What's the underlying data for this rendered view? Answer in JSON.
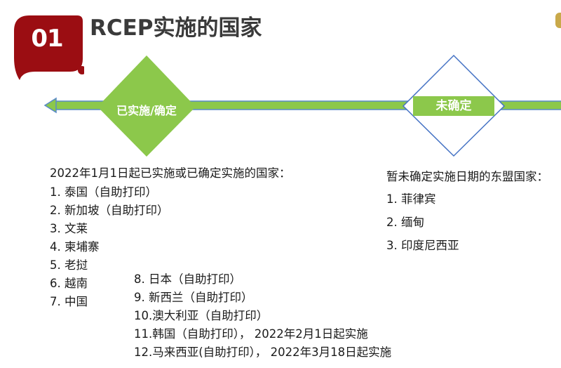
{
  "badge": {
    "number": "01",
    "color": "#9b0d12"
  },
  "title": "RCEP实施的国家",
  "timeline": {
    "line_color": "#8cc84b",
    "implemented_label": "已实施/确定",
    "undetermined_label": "未确定"
  },
  "implemented": {
    "heading": "2022年1月1日起已实施或已确定实施的国家：",
    "left_items": [
      "1. 泰国（自助打印）",
      "2. 新加坡（自助打印）",
      "3. 文莱",
      "4. 柬埔寨",
      "5. 老挝",
      "6. 越南",
      "7. 中国"
    ],
    "right_items": [
      "8. 日本（自助打印）",
      "9. 新西兰（自助打印）",
      "10.澳大利亚（自助打印）",
      "11.韩国（自助打印），  2022年2月1日起实施",
      "12.马来西亚(自助打印），  2022年3月18日起实施"
    ]
  },
  "undetermined": {
    "heading": "暂未确定实施日期的东盟国家：",
    "items": [
      "1. 菲律宾",
      "2. 缅甸",
      "3. 印度尼西亚"
    ]
  }
}
